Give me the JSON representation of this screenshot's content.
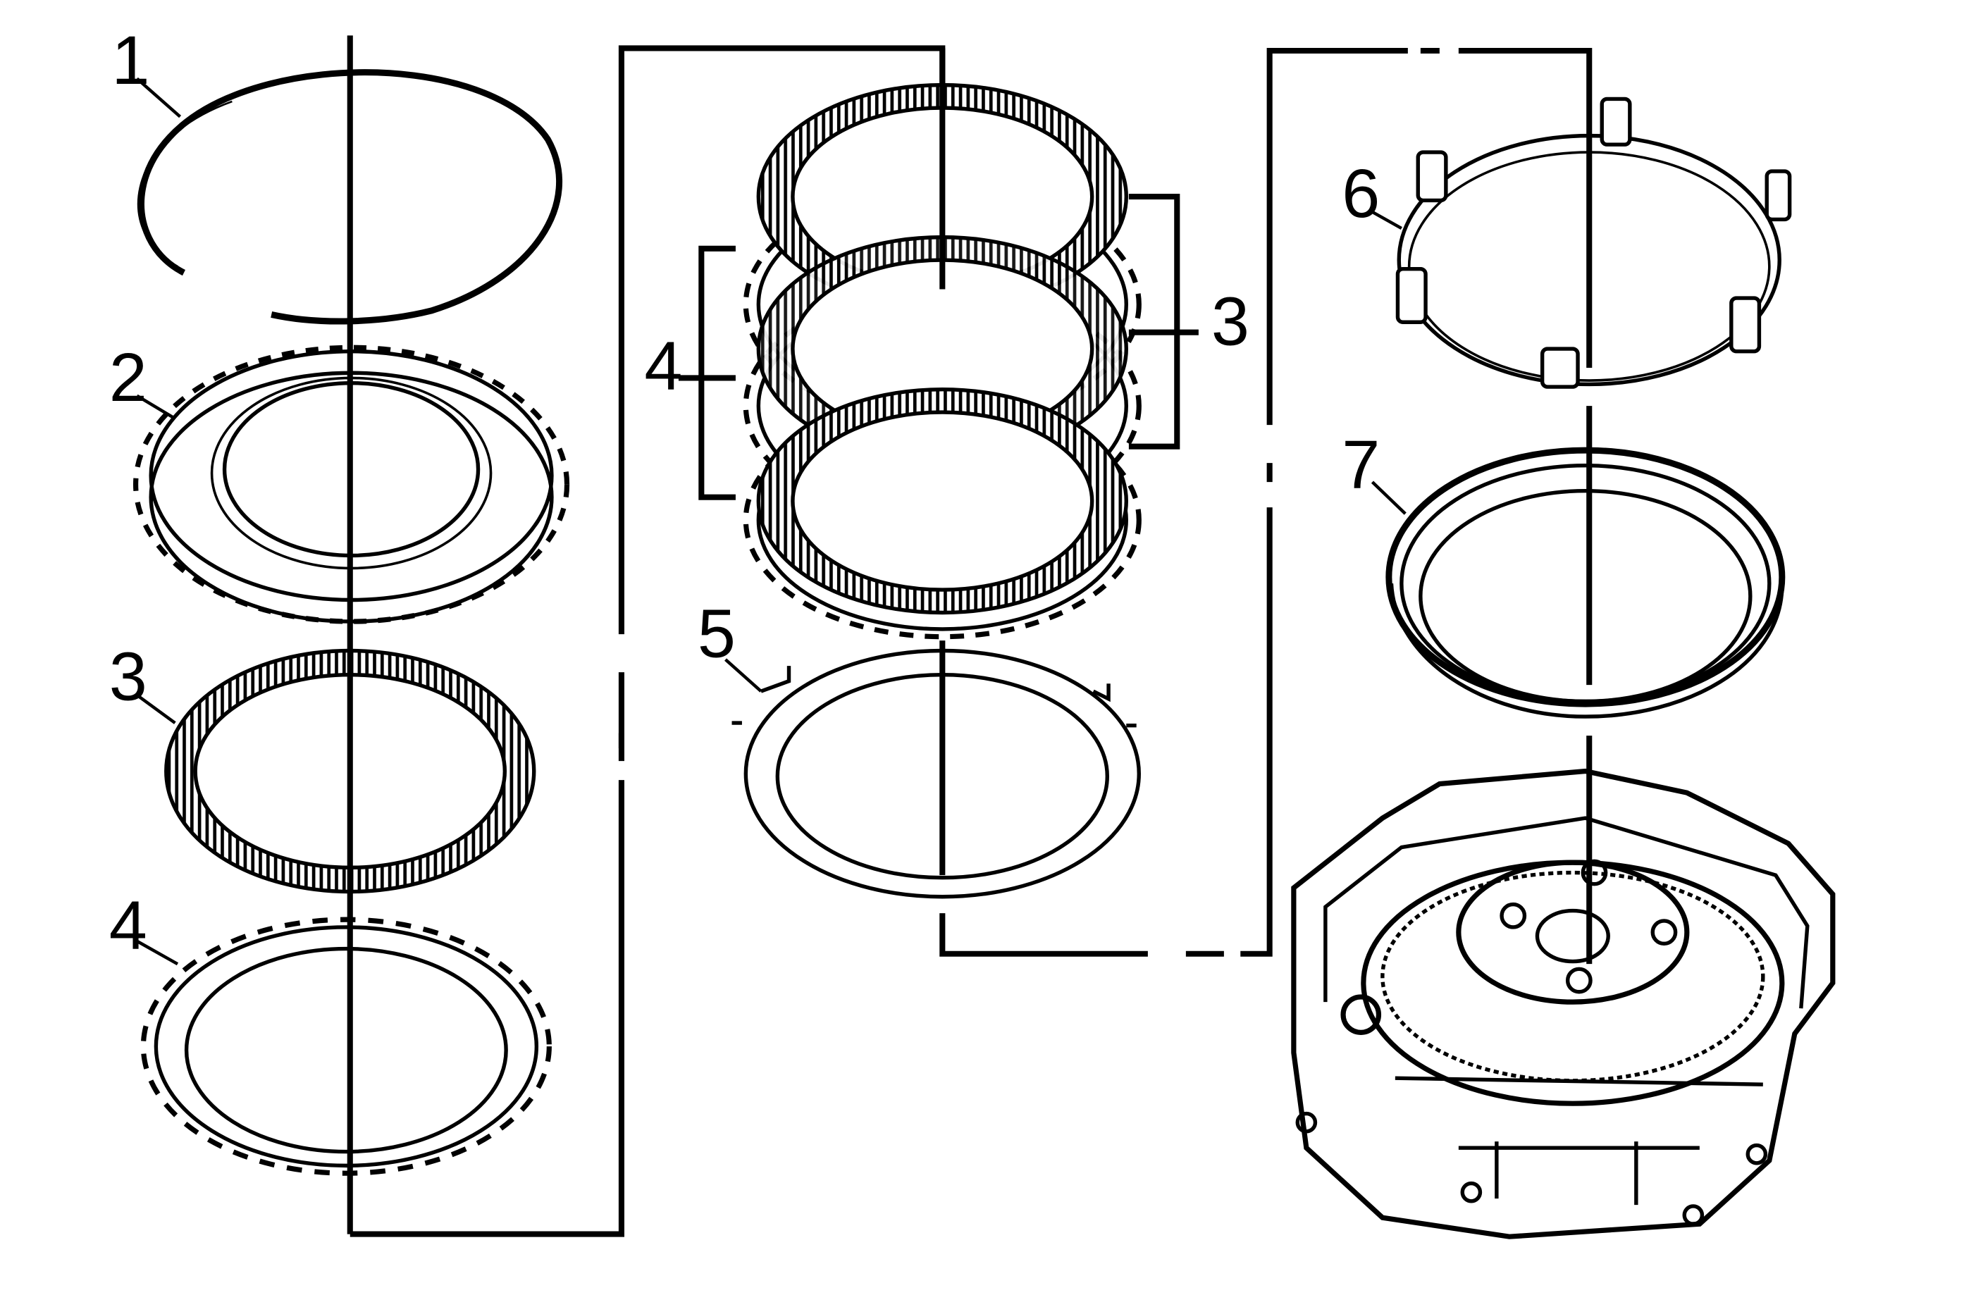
{
  "diagram": {
    "callouts": [
      {
        "id": "c1",
        "text": "1"
      },
      {
        "id": "c2",
        "text": "2"
      },
      {
        "id": "c3a",
        "text": "3"
      },
      {
        "id": "c4a",
        "text": "4"
      },
      {
        "id": "c4b",
        "text": "4"
      },
      {
        "id": "c5",
        "text": "5"
      },
      {
        "id": "c3b",
        "text": "3"
      },
      {
        "id": "c6",
        "text": "6"
      },
      {
        "id": "c7",
        "text": "7"
      }
    ]
  }
}
